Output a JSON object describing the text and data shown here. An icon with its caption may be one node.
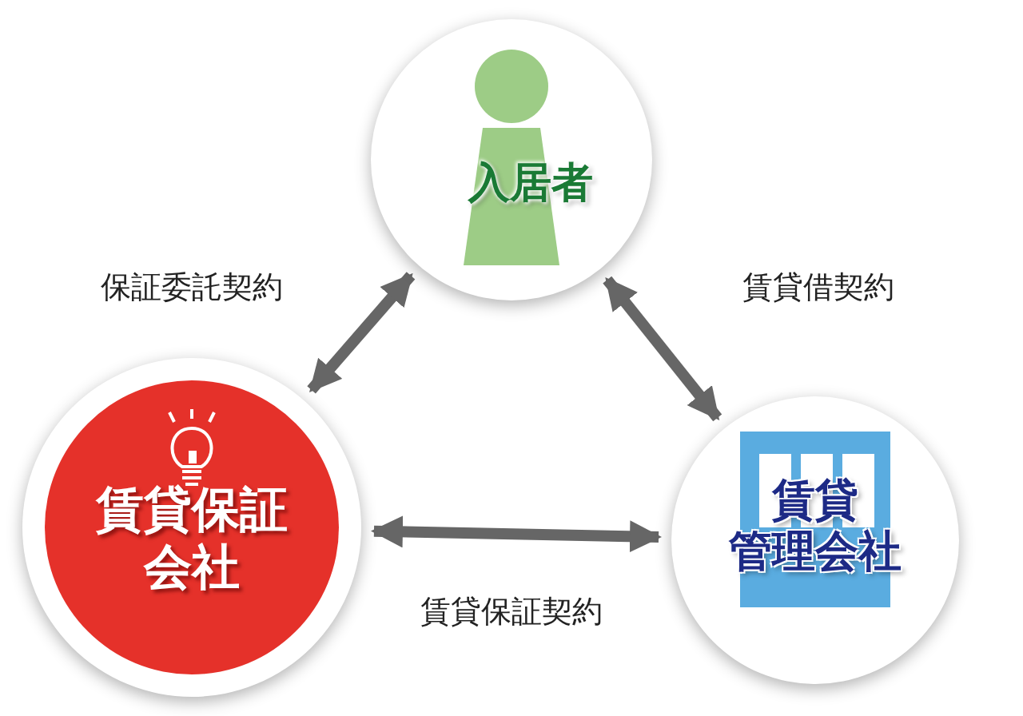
{
  "diagram": {
    "nodes": [
      {
        "text": [
          "入居者"
        ]
      },
      {
        "text": [
          "賃貸保証会社"
        ]
      },
      {
        "text": [
          "賃貸管理会社"
        ]
      }
    ],
    "edges": [
      {
        "from": 1,
        "to": 0,
        "arrow": "both",
        "label": "保証委託契約"
      },
      {
        "from": 0,
        "to": 2,
        "arrow": "both",
        "label": "賃貸借契約"
      },
      {
        "from": 1,
        "to": 2,
        "arrow": "both",
        "label": "賃貸保証契約"
      }
    ]
  }
}
